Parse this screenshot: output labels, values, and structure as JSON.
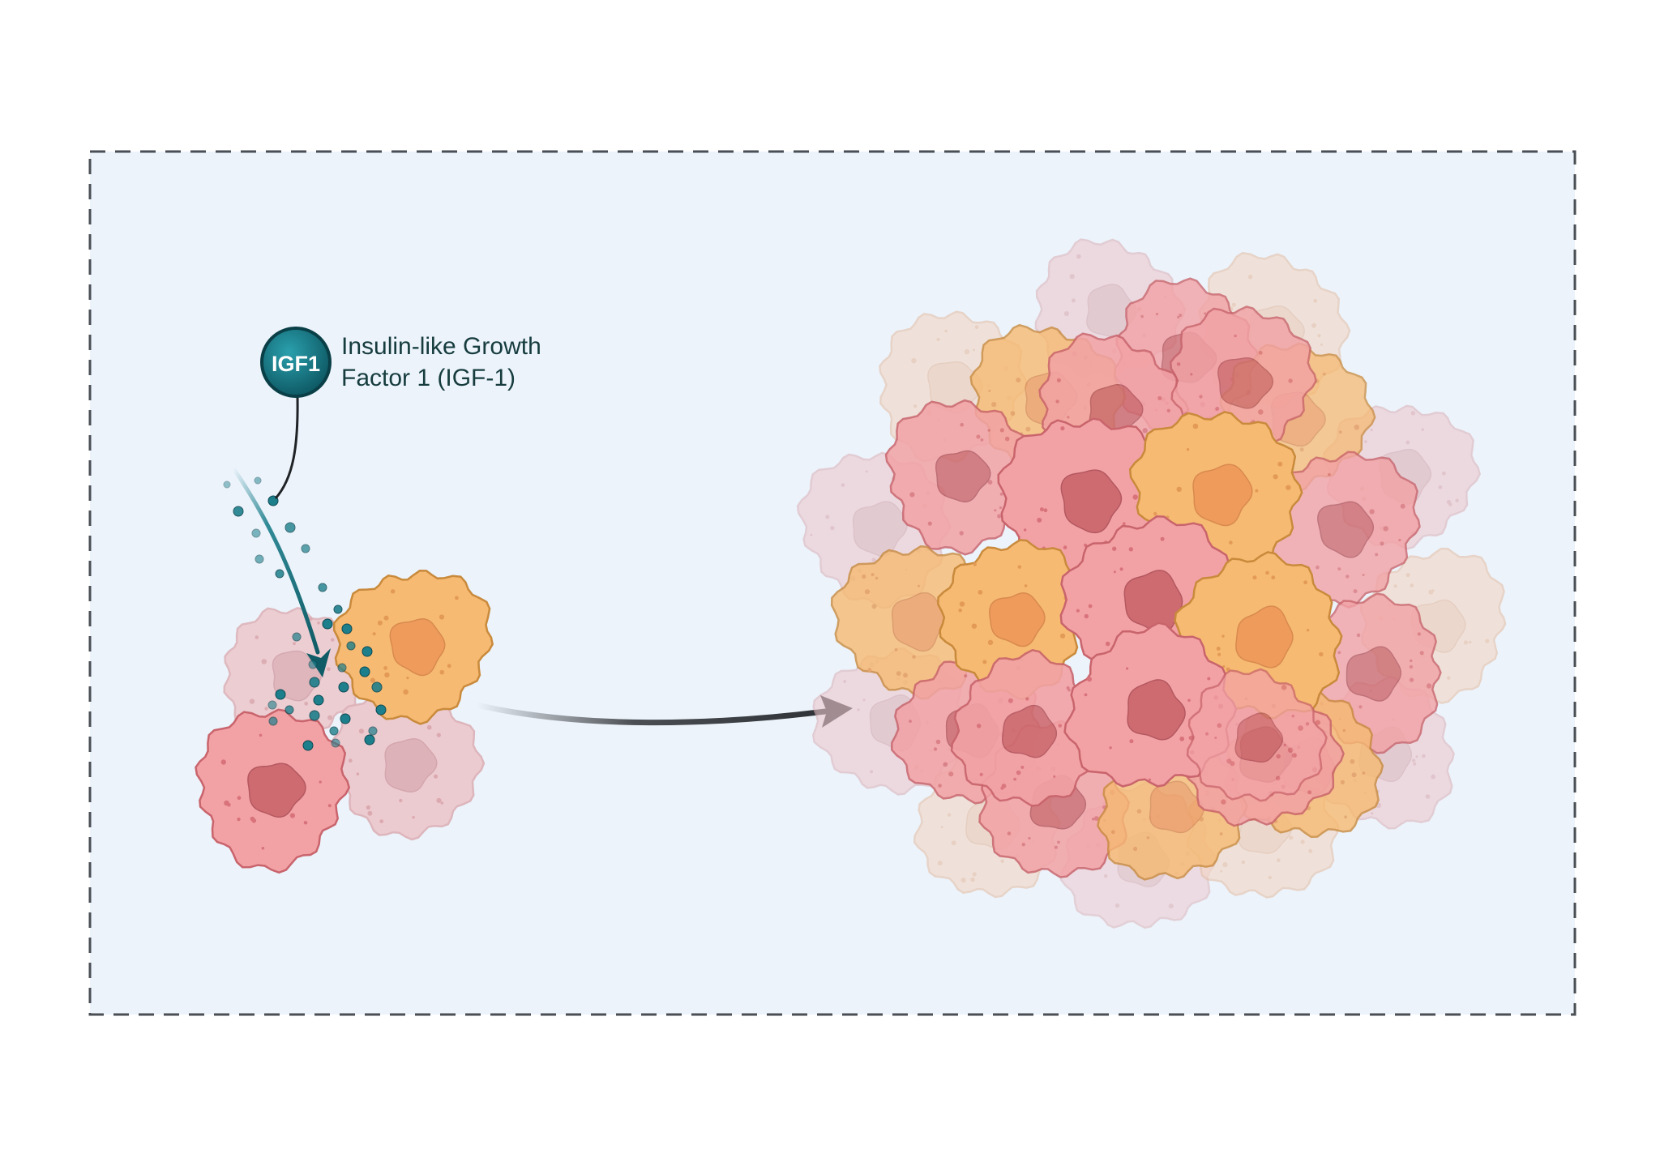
{
  "igf1": {
    "badge": "IGF1",
    "label_line1": "Insulin-like Growth",
    "label_line2": "Factor 1 (IGF-1)"
  },
  "colors": {
    "panel_fill": "#ecf3fb",
    "panel_border": "#4a4f55",
    "igf1_teal": "#1d7f8c",
    "igf1_dark": "#0c4a53",
    "pink_cell": "#f2a2a5",
    "pink_nucleus": "#cd6b70",
    "orange_cell": "#f6ba72",
    "orange_nucleus": "#ee9b5c",
    "faded_cell": "#ecc9ce",
    "arrow": "#2f3236"
  },
  "icons": [
    "igf1-molecule-icon",
    "cell-icon",
    "growth-arrow-icon"
  ]
}
